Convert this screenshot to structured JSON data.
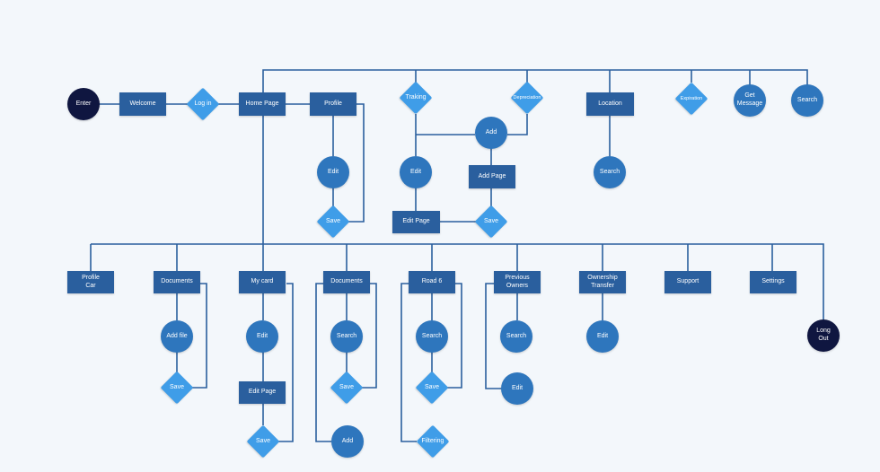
{
  "nodes": {
    "enter": "Enter",
    "welcome": "Welcome",
    "login": "Log in",
    "home": "Home Page",
    "profile": "Profile",
    "profile_edit": "Edit",
    "profile_save": "Save",
    "traking": "Traking",
    "depreciation": "Depreciation",
    "add": "Add",
    "traking_edit": "Edit",
    "add_page": "Add Page",
    "edit_page_top": "Edit Page",
    "save_top": "Save",
    "location": "Location",
    "location_search": "Search",
    "expiration": "Expiration",
    "get_message": "Get\nMessage",
    "search_top": "Search",
    "profile_car": "Profile\nCar",
    "documents1": "Documents",
    "add_file": "Add file",
    "doc1_save": "Save",
    "my_card": "My card",
    "card_edit": "Edit",
    "card_edit_page": "Edit Page",
    "card_save": "Save",
    "documents2": "Documents",
    "doc2_search": "Search",
    "doc2_save": "Save",
    "doc2_add": "Add",
    "road6": "Road 6",
    "road_search": "Search",
    "road_save": "Save",
    "filtering": "Filtering",
    "prev_owners": "Previous\nOwners",
    "prev_search": "Search",
    "prev_edit": "Edit",
    "ownership": "Ownership\nTransfer",
    "ownership_edit": "Edit",
    "support": "Support",
    "settings": "Settings",
    "long_out": "Long\nOut"
  },
  "colors": {
    "line": "#2a5f9e",
    "rect": "#2a5f9e",
    "circle": "#2e76bd",
    "diamond": "#3f9de8",
    "dark": "#0f1640",
    "background": "#f3f7fb"
  }
}
